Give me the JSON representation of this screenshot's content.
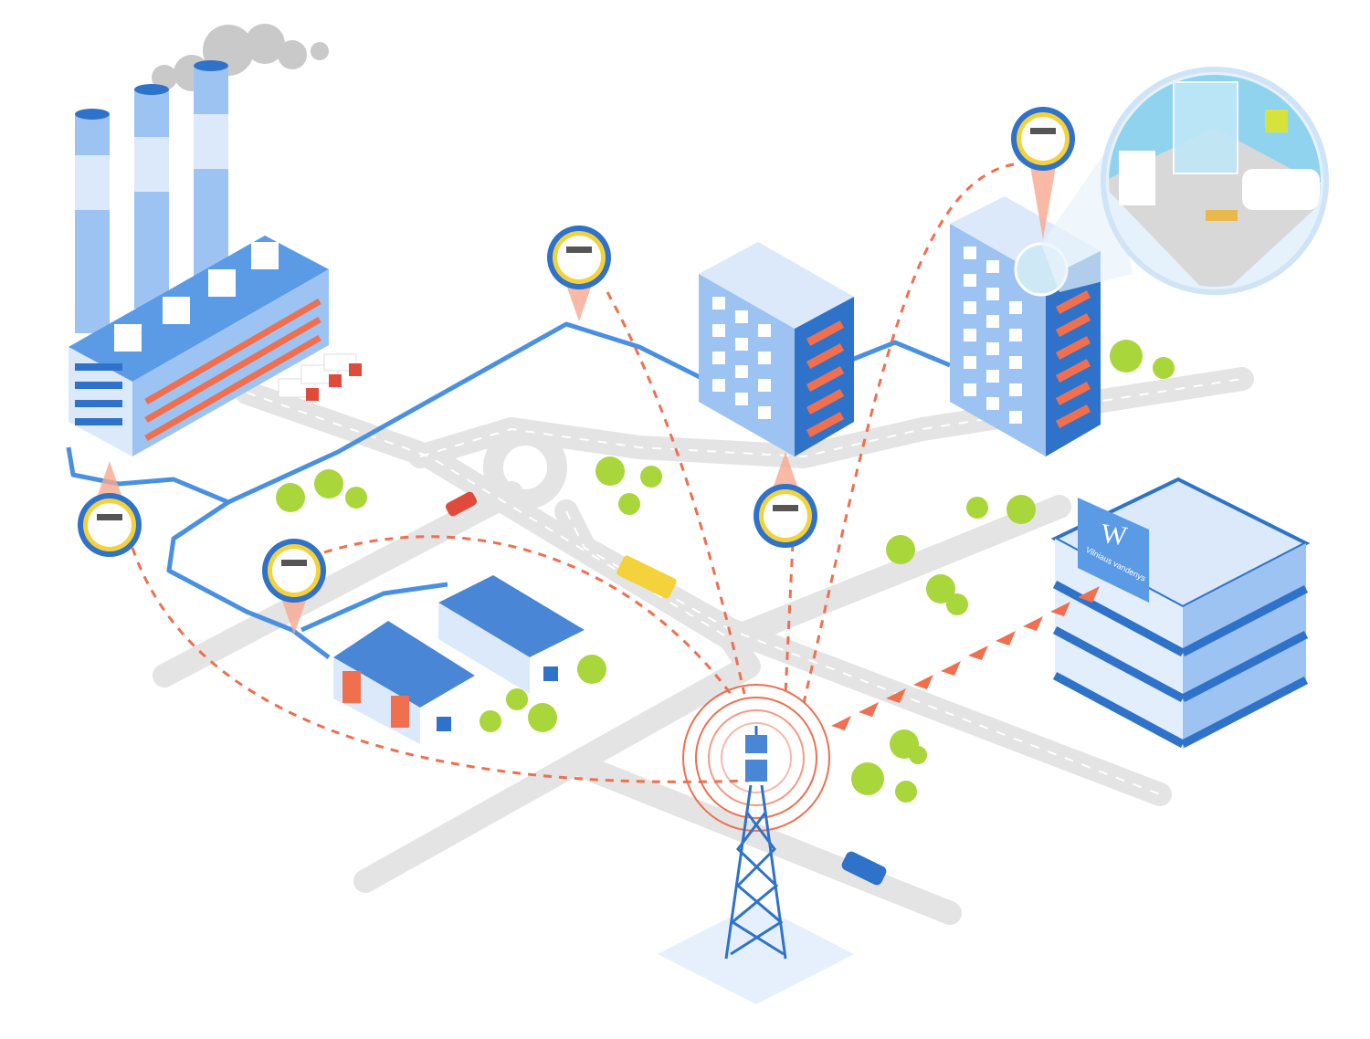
{
  "scene": {
    "title": "Smart water metering network illustration",
    "office_logo_letter": "W",
    "office_logo_name": "Vilniaus vandenys"
  },
  "colors": {
    "primary_blue": "#2f72c9",
    "light_blue": "#9cc3f2",
    "pale_blue": "#dbe9fb",
    "accent_orange": "#ef6f4f",
    "meter_yellow": "#f4d23c",
    "tree_green": "#a9d63b",
    "road_gray": "#e4e4e4"
  }
}
